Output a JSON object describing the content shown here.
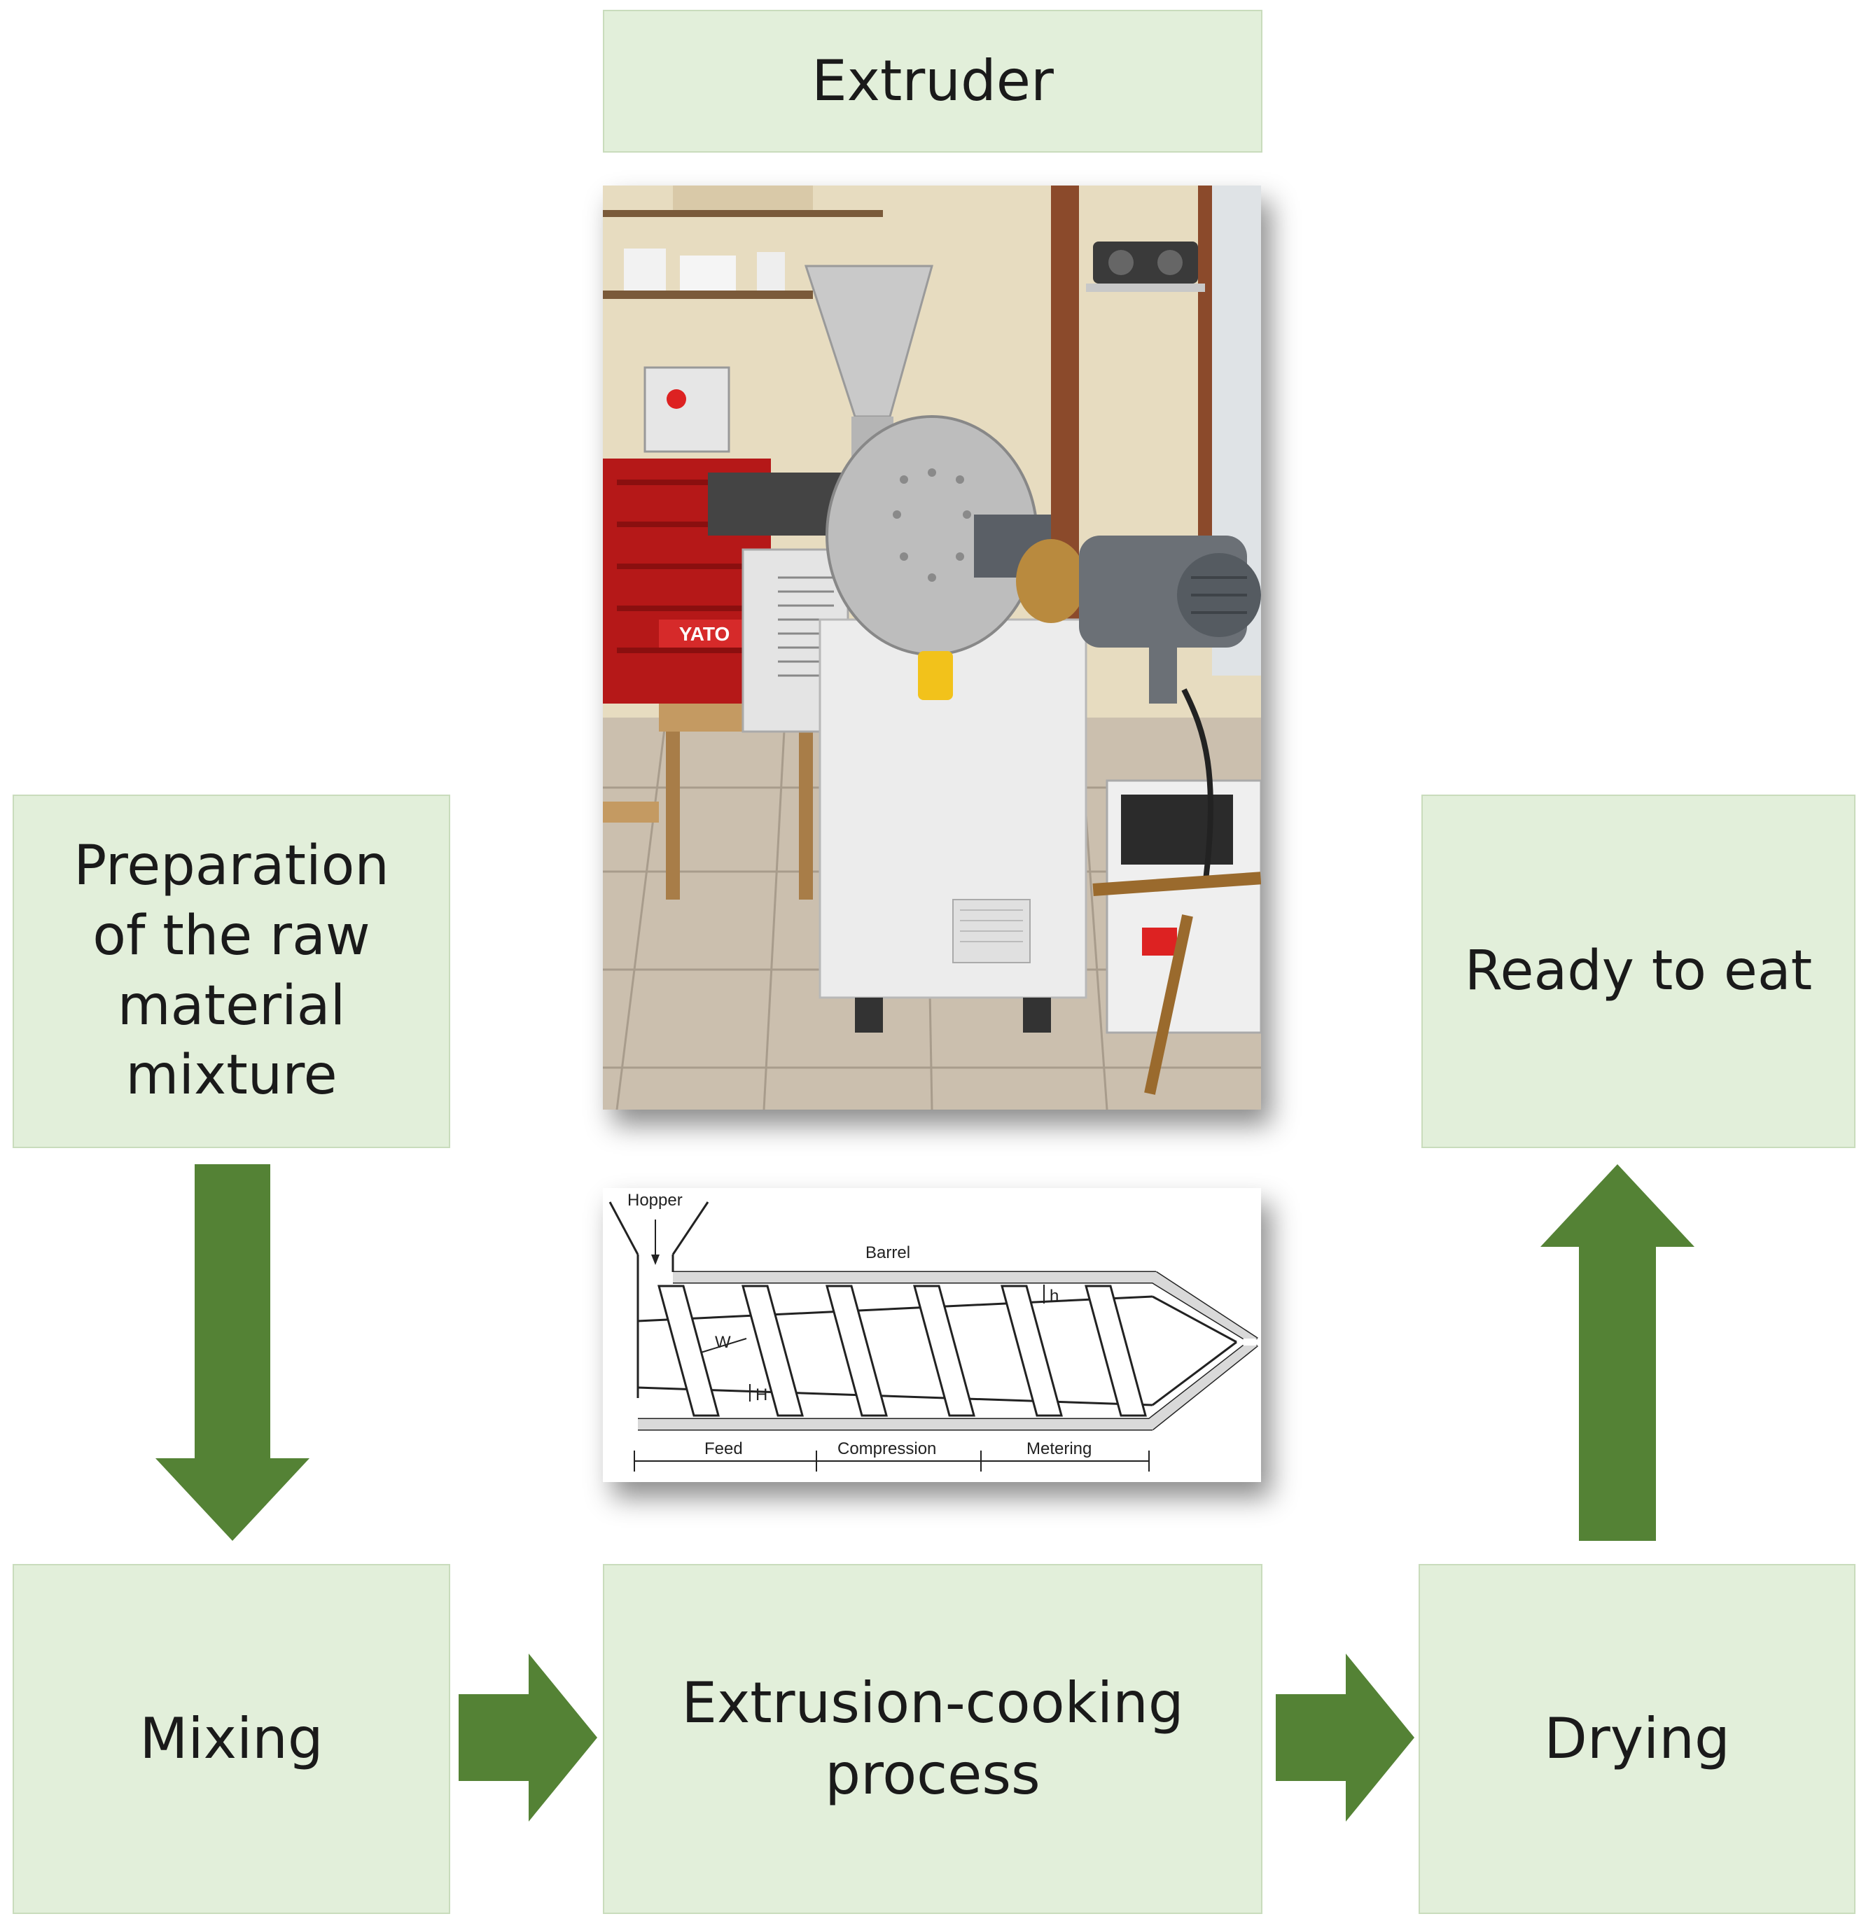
{
  "boxes": {
    "extruder": "Extruder",
    "prep_lines": [
      "Preparation",
      "of the raw",
      "material",
      "mixture"
    ],
    "ready": "Ready to eat",
    "mixing": "Mixing",
    "extrusion_lines": [
      "Extrusion-cooking",
      "process"
    ],
    "drying": "Drying"
  },
  "schematic": {
    "hopper": "Hopper",
    "barrel": "Barrel",
    "w": "W",
    "h_small": "h",
    "h_big": "H",
    "feed": "Feed",
    "compression": "Compression",
    "metering": "Metering"
  },
  "photo": {
    "cabinet_label": "YATO"
  },
  "colors": {
    "box_fill": "#e2efda",
    "box_border": "#c9dcbc",
    "arrow": "#548235"
  }
}
